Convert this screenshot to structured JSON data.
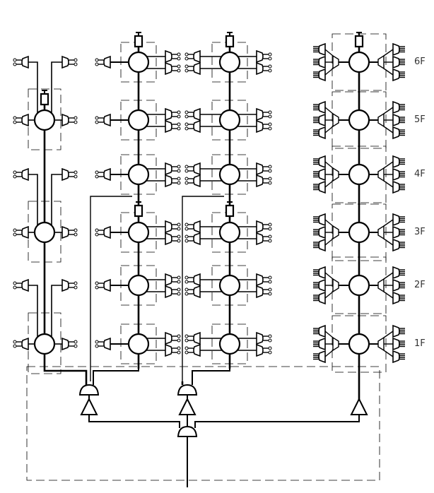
{
  "floors": [
    "6F",
    "5F",
    "4F",
    "3F",
    "2F",
    "1F"
  ],
  "colors": {
    "line": "#000000",
    "background": "#ffffff"
  }
}
